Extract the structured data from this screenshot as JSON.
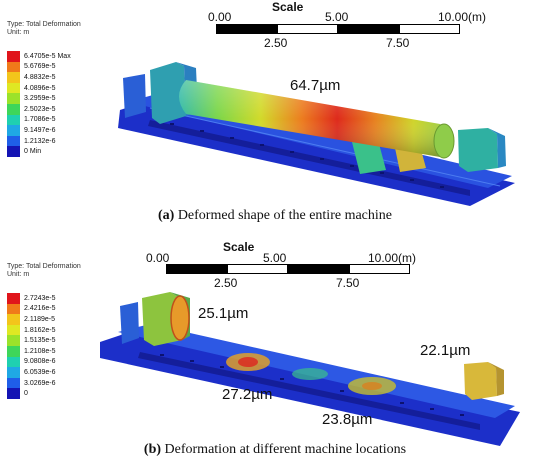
{
  "panel_a": {
    "legend": {
      "type_label": "Type: Total Deformation",
      "unit_label": "Unit: m",
      "entries": [
        {
          "label": "6.4705e-5 Max",
          "color": "#e0151b"
        },
        {
          "label": "5.6769e-5",
          "color": "#f07a1a"
        },
        {
          "label": "4.8832e-5",
          "color": "#f3c51b"
        },
        {
          "label": "4.0896e-5",
          "color": "#dfe823"
        },
        {
          "label": "3.2959e-5",
          "color": "#9be22a"
        },
        {
          "label": "2.5023e-5",
          "color": "#3ed65a"
        },
        {
          "label": "1.7086e-5",
          "color": "#1fd0b0"
        },
        {
          "label": "9.1497e-6",
          "color": "#1fa8e4"
        },
        {
          "label": "1.2132e-6",
          "color": "#1f5ee8"
        },
        {
          "label": "0 Min",
          "color": "#1414b4"
        }
      ]
    },
    "scale": {
      "title": "Scale",
      "ticks_top": [
        "0.00",
        "5.00",
        "10.00(m)"
      ],
      "ticks_bottom": [
        "2.50",
        "7.50"
      ]
    },
    "annotations": [
      "64.7µm"
    ],
    "caption_label": "(a)",
    "caption_text": " Deformed shape of the entire machine"
  },
  "panel_b": {
    "legend": {
      "type_label": "Type: Total Deformation",
      "unit_label": "Unit: m",
      "entries": [
        {
          "label": "2.7243e-5",
          "color": "#e0151b"
        },
        {
          "label": "2.4216e-5",
          "color": "#f07a1a"
        },
        {
          "label": "2.1189e-5",
          "color": "#f3c51b"
        },
        {
          "label": "1.8162e-5",
          "color": "#dfe823"
        },
        {
          "label": "1.5135e-5",
          "color": "#9be22a"
        },
        {
          "label": "1.2108e-5",
          "color": "#3ed65a"
        },
        {
          "label": "9.0808e-6",
          "color": "#1fd0b0"
        },
        {
          "label": "6.0539e-6",
          "color": "#1fa8e4"
        },
        {
          "label": "3.0269e-6",
          "color": "#1f5ee8"
        },
        {
          "label": "0",
          "color": "#1414b4"
        }
      ]
    },
    "scale": {
      "title": "Scale",
      "ticks_top": [
        "0.00",
        "5.00",
        "10.00(m)"
      ],
      "ticks_bottom": [
        "2.50",
        "7.50"
      ]
    },
    "annotations": [
      "25.1µm",
      "22.1µm",
      "27.2µm",
      "23.8µm"
    ],
    "caption_label": "(b)",
    "caption_text": " Deformation at different machine locations"
  }
}
